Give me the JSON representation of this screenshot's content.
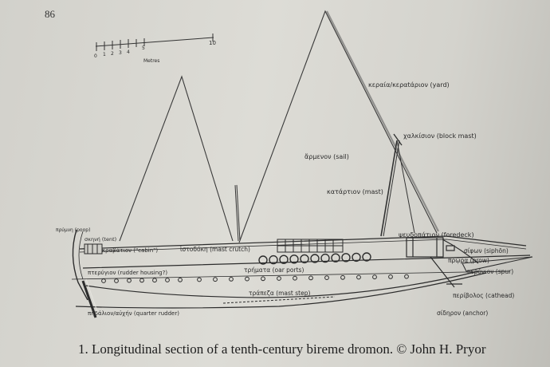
{
  "page_number": "86",
  "scale": {
    "start": "0",
    "ticks": [
      "1",
      "2",
      "3",
      "4",
      "5"
    ],
    "end": "10",
    "unit": "Metres"
  },
  "labels": {
    "yard": "κεραία/κεραtάριον (yard)",
    "block_mast": "χαλκίσιον (block mast)",
    "sail": "ἄρμενον (sail)",
    "mast": "κατάρτιον (mast)",
    "poop": "πρύμνη (poop)",
    "tent": "σκηνή (tent)",
    "cabin": "κραβάτιον (\"cabin\")",
    "mast_crutch": "ἱστοδόκη (mast crutch)",
    "foredeck": "ψευδοπάτιον (foredeck)",
    "siphon": "σίφων (siphōn)",
    "prow": "πρῷρα (prow)",
    "rudder_housing": "πτερύγιον (rudder housing?)",
    "oar_ports": "τρήματα (oar ports)",
    "spur": "περόνιον (spur)",
    "mast_step": "τράπεζα (mast step)",
    "cathead": "περίβολος (cathead)",
    "quarter_rudder": "πηδάλιον/αὐχήν (quarter rudder)",
    "anchor": "σίδηρον (anchor)"
  },
  "caption": "1. Longitudinal section of a tenth-century bireme dromon. © John H. Pryor"
}
